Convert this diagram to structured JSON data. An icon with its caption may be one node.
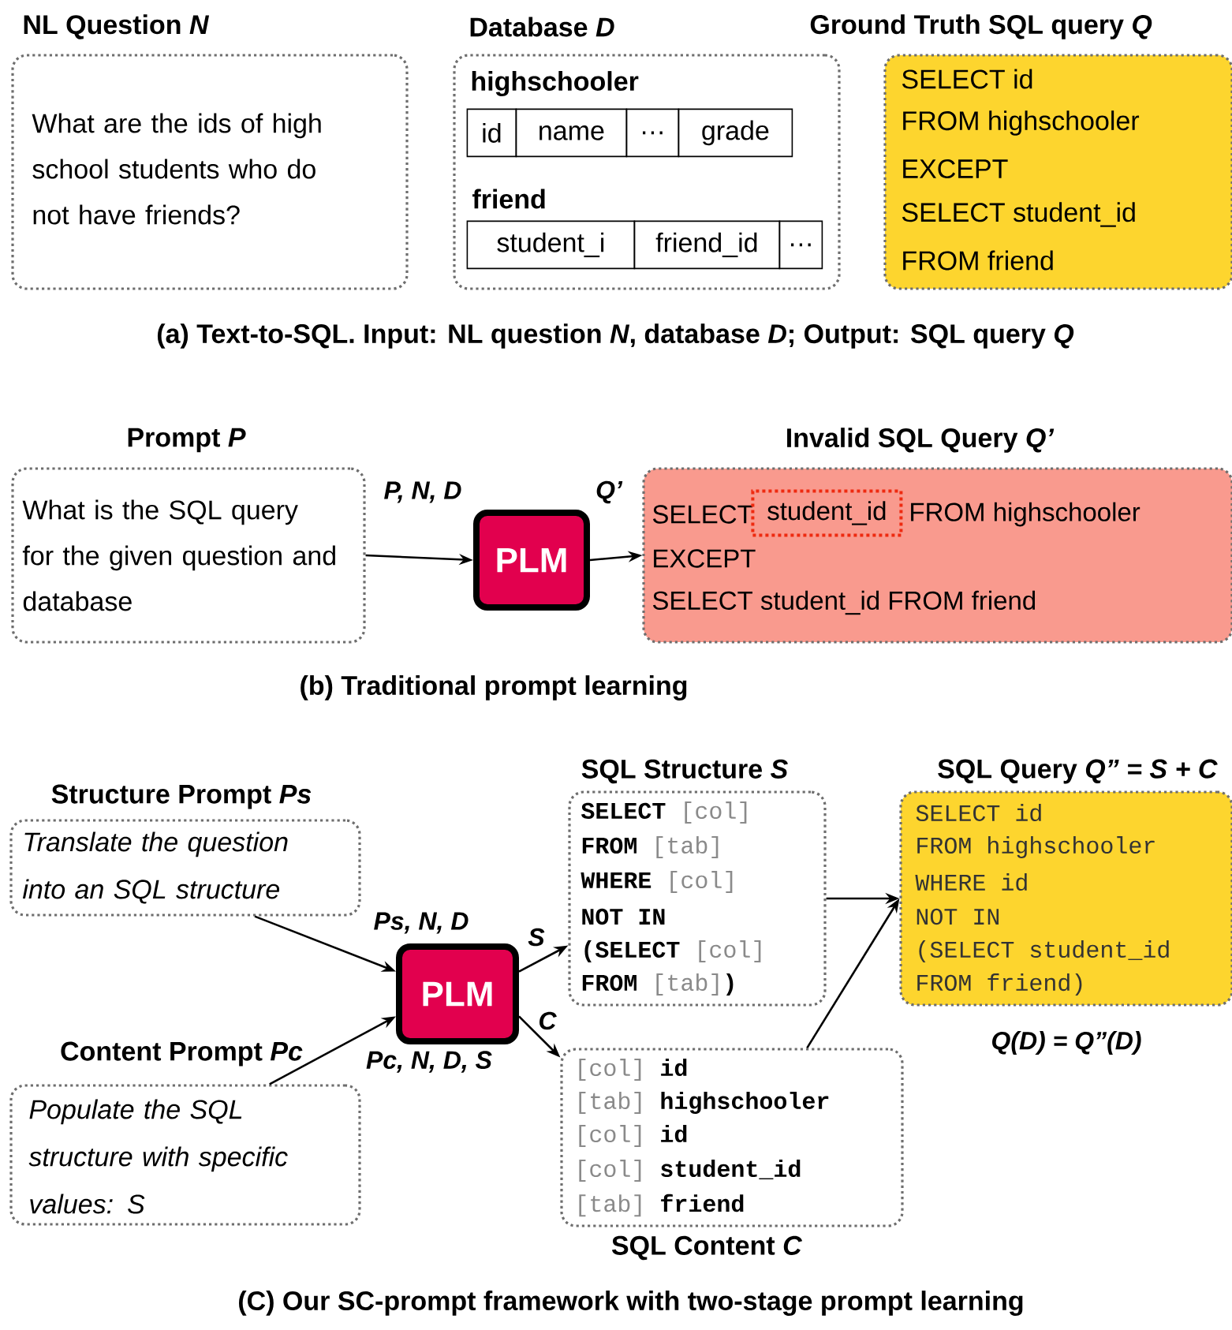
{
  "diagram": {
    "nodes": [
      {
        "text": [
          "NL Question *N*",
          "What are the ids of high school students who do not have friends?"
        ]
      },
      {
        "text": [
          "Database *D*",
          "highschooler",
          "friend"
        ]
      },
      {
        "text": [
          "id"
        ],
        "in": 1
      },
      {
        "text": [
          "name"
        ],
        "in": 1
      },
      {
        "text": [
          "…"
        ],
        "in": 1
      },
      {
        "text": [
          "grade"
        ],
        "in": 1
      },
      {
        "text": [
          "student_i"
        ],
        "in": 1
      },
      {
        "text": [
          "friend_id"
        ],
        "in": 1
      },
      {
        "text": [
          "…"
        ],
        "in": 1
      },
      {
        "text": [
          "Ground Truth SQL query *Q*",
          "SELECT id",
          "FROM highschooler",
          "EXCEPT",
          "SELECT student_id",
          "FROM friend"
        ]
      },
      {
        "text": [
          "Prompt *P*",
          "What is the SQL query for the given question and database"
        ]
      },
      {
        "text": [
          "PLM"
        ]
      },
      {
        "text": [
          "Invalid SQL Query *Q’*",
          "SELECT",
          "FROM highschooler",
          "EXCEPT",
          "SELECT student_id FROM friend"
        ]
      },
      {
        "text": [
          "student_id"
        ],
        "in": 12
      },
      {
        "text": [
          "Structure Prompt *Ps*",
          "Translate the question into an SQL structure"
        ]
      },
      {
        "text": [
          "PLM"
        ]
      },
      {
        "text": [
          "Content Prompt *Pc*",
          "Populate the SQL structure with specific values: S"
        ]
      },
      {
        "text": [
          "SQL Structure *S*",
          "**SELECT** [col]",
          "**FROM** [tab]",
          "**WHERE** [col]",
          "**NOT IN**",
          "**(SELECT** [col]",
          "**FROM** [tab]**)**"
        ]
      },
      {
        "text": [
          "[col] **id**",
          "[tab] **highschooler**",
          "[col] **id**",
          "[col] **student_id**",
          "[tab] **friend**",
          "SQL Content *C*"
        ]
      },
      {
        "text": [
          "SQL Query *Q” = S + C*",
          "SELECT id",
          "FROM highschooler",
          "WHERE id",
          "NOT IN",
          "(SELECT student_id",
          "FROM friend)"
        ],
        "beside": [
          "Q(D) = Q”(D)"
        ]
      }
    ],
    "edges": [
      {
        "from": 10,
        "to": 11,
        "arrow": "to",
        "label": "P, N, D"
      },
      {
        "from": 11,
        "to": 12,
        "arrow": "to",
        "label": "Q’"
      },
      {
        "from": 14,
        "to": 15,
        "arrow": "to",
        "label": "Ps, N, D"
      },
      {
        "from": 16,
        "to": 15,
        "arrow": "to",
        "label": "Pc, N, D, S"
      },
      {
        "from": 15,
        "to": 17,
        "arrow": "to",
        "label": "S"
      },
      {
        "from": 15,
        "to": 18,
        "arrow": "to",
        "label": "C"
      },
      {
        "from": 17,
        "to": 19,
        "arrow": "to"
      },
      {
        "from": 18,
        "to": 19,
        "arrow": "to"
      }
    ],
    "labels": [
      "(a) Text-to-SQL. Input: NL question *N*, database *D*; Output: SQL query *Q*",
      "(b) Traditional prompt learning",
      "(C) Our SC-prompt framework with two-stage prompt learning"
    ]
  }
}
